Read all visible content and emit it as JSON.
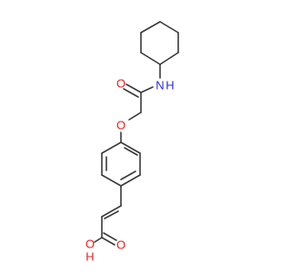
{
  "molecule": {
    "atoms": {
      "amide_n": {
        "label": "N",
        "color": "#2a2ad8"
      },
      "amide_h": {
        "label": "H",
        "color": "#2a2ad8"
      },
      "amide_o": {
        "label": "O",
        "color": "#e02020"
      },
      "ether_o": {
        "label": "O",
        "color": "#e02020"
      },
      "acid_oh_o": {
        "label": "O",
        "color": "#e02020"
      },
      "acid_oh_h": {
        "label": "H",
        "color": "#e02020"
      },
      "acid_co_o": {
        "label": "O",
        "color": "#e02020"
      }
    },
    "bond_color": "#3a3a3a",
    "background": "#ffffff"
  }
}
